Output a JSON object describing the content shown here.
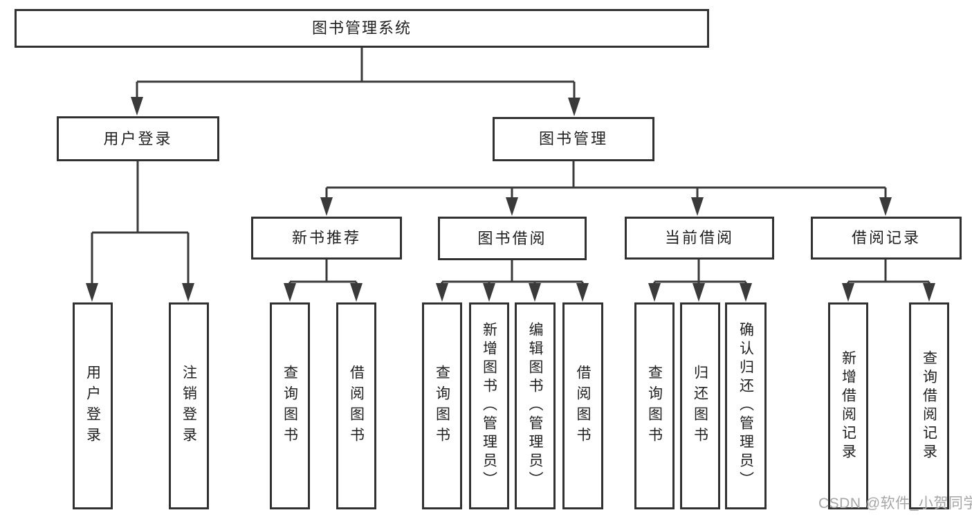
{
  "diagram": {
    "root": "图书管理系统",
    "branches": {
      "user_login": "用户登录",
      "book_mgmt": "图书管理"
    },
    "sections": {
      "new_book_rec": "新书推荐",
      "book_borrow": "图书借阅",
      "current_borrow": "当前借阅",
      "borrow_record": "借阅记录"
    },
    "leaves": {
      "user_login": "用户登录",
      "logout": "注销登录",
      "nbr_query_book": "查询图书",
      "nbr_borrow_book": "借阅图书",
      "bb_query_book": "查询图书",
      "bb_add_book": "新增图书（管理员）",
      "bb_edit_book": "编辑图书（管理员）",
      "bb_borrow_book": "借阅图书",
      "cb_query_book": "查询图书",
      "cb_return_book": "归还图书",
      "cb_confirm_return": "确认归还（管理员）",
      "br_add_record": "新增借阅记录",
      "br_query_record": "查询借阅记录"
    }
  },
  "watermark": "CSDN @软件_小贺同学",
  "colors": {
    "line": "#3a3a3a",
    "box_border": "#313131",
    "text": "#1f1f1f",
    "watermark": "#a6a6a6",
    "background": "#ffffff"
  }
}
